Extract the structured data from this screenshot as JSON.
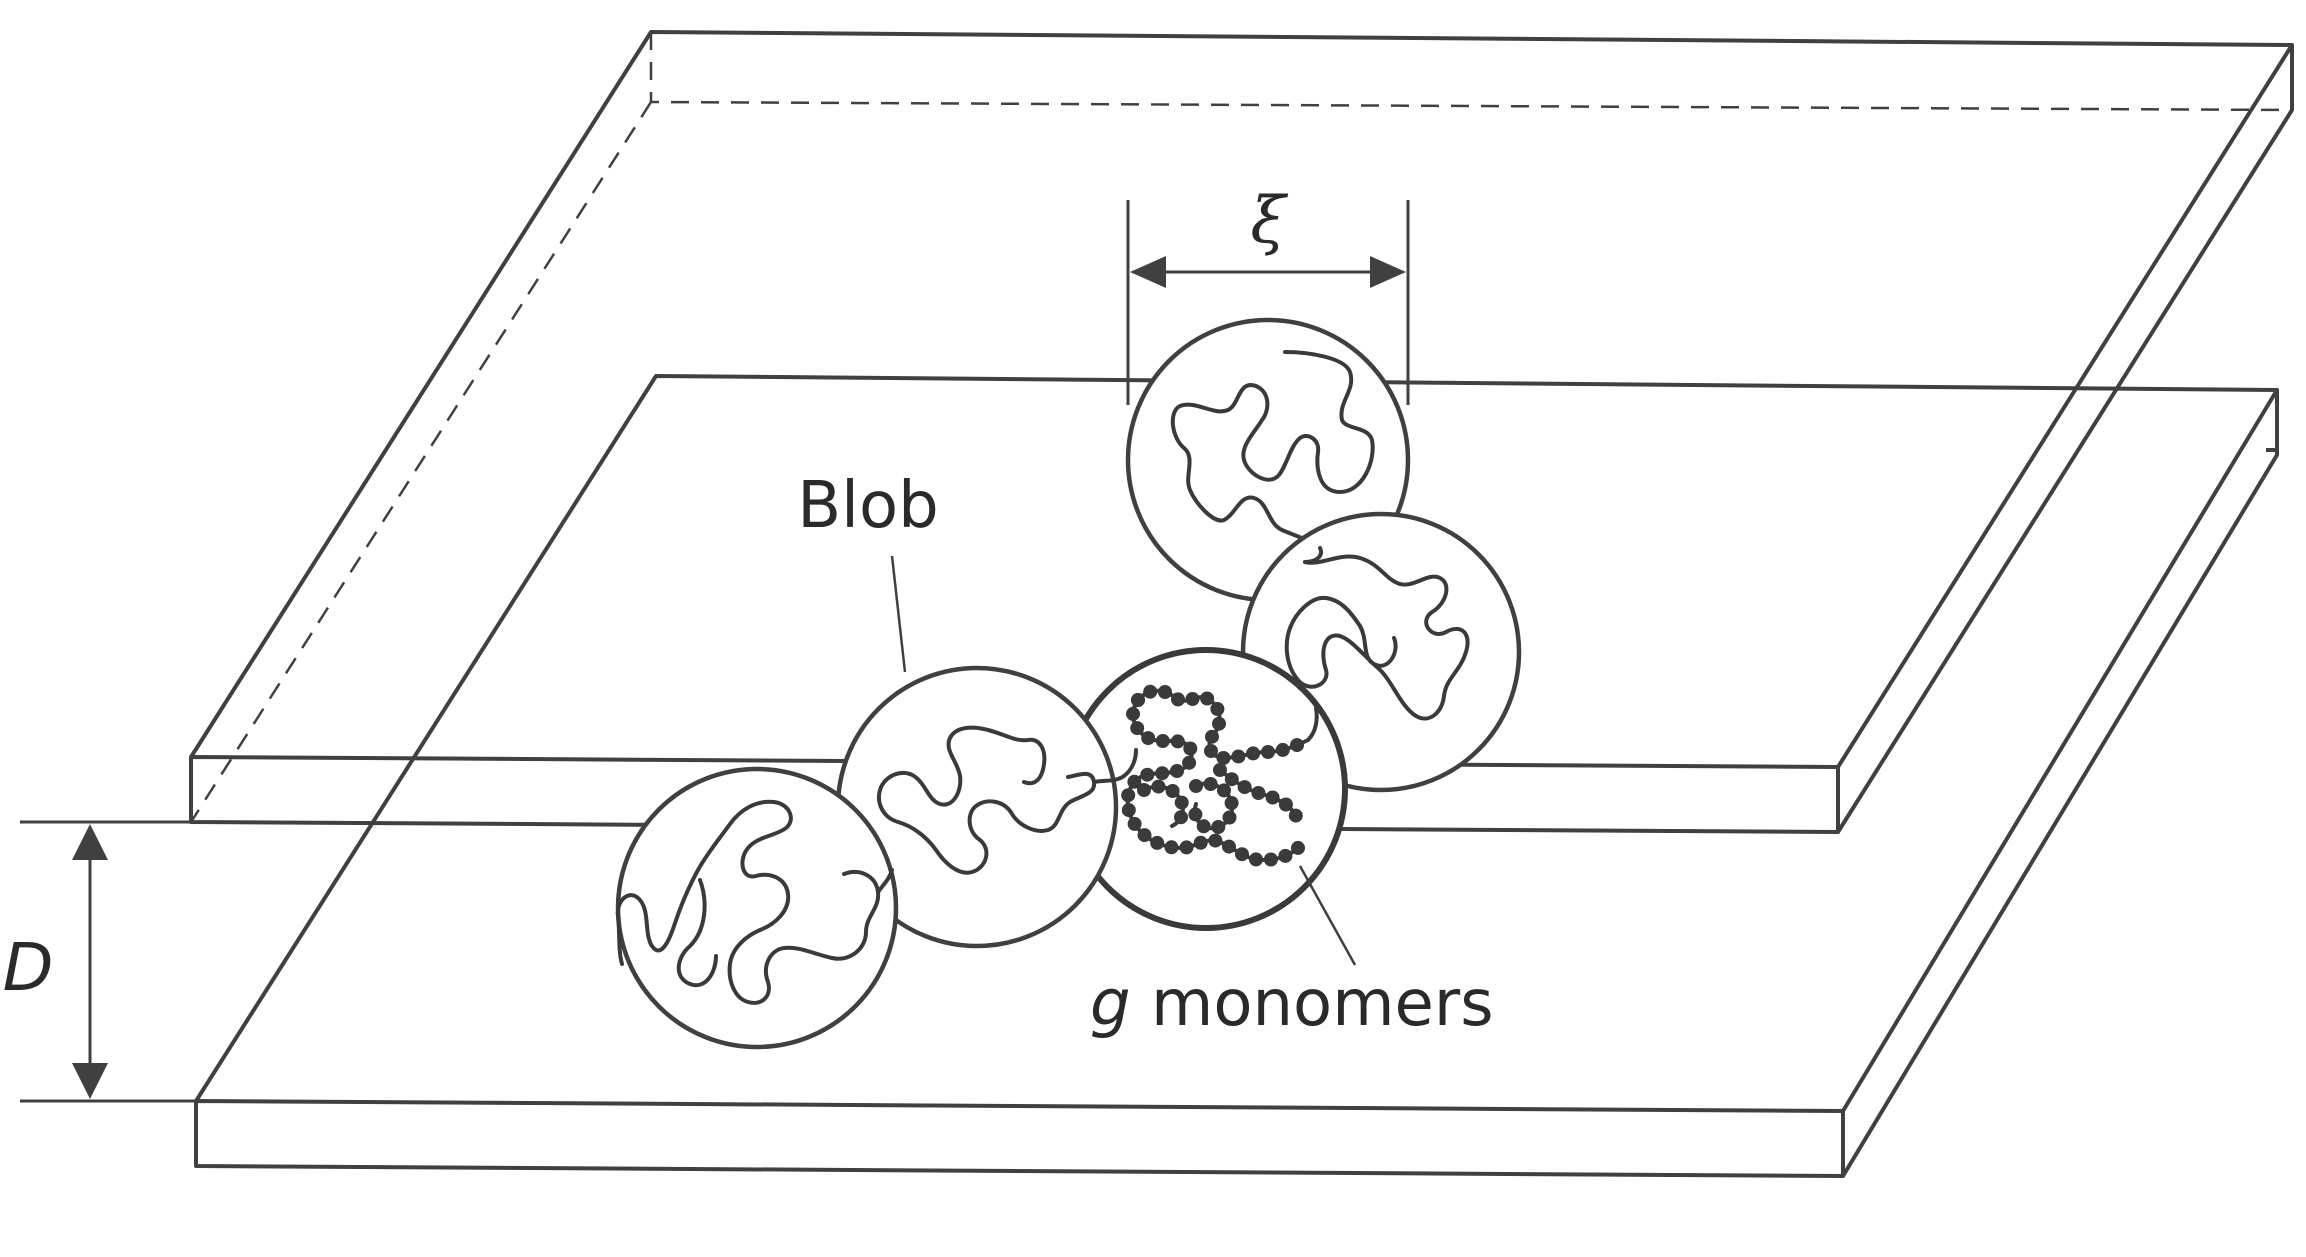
{
  "labels": {
    "xi": "ξ",
    "blob": "Blob",
    "g_symbol": "g",
    "monomers": " monomers",
    "d": "D"
  },
  "colors": {
    "stroke": "#404040",
    "monomer": "#3a3a3a",
    "background": "#ffffff"
  }
}
